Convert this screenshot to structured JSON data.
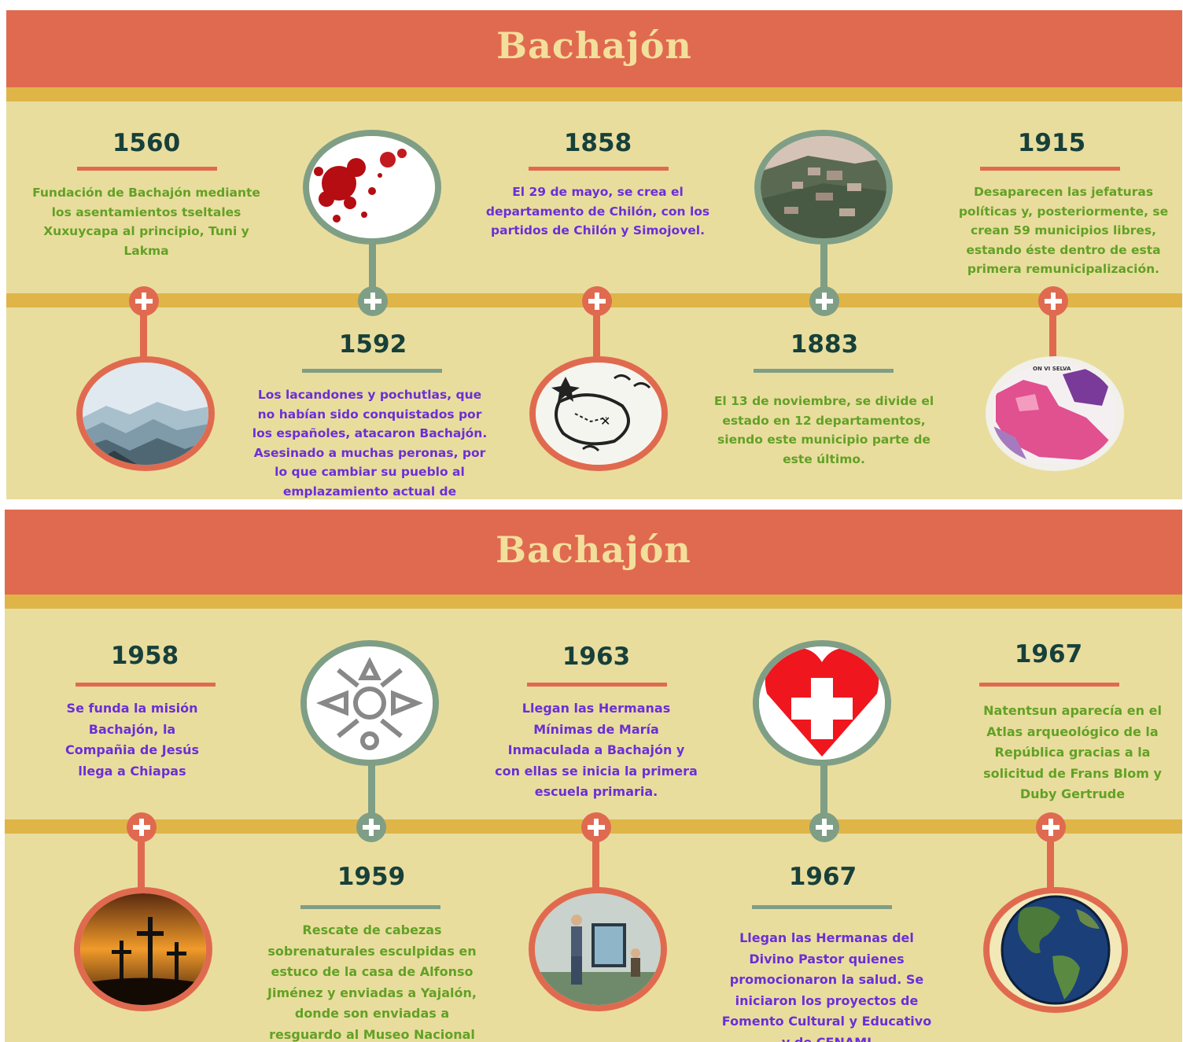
{
  "slides": [
    {
      "title": "Bachajón",
      "events": [
        {
          "year": "1560",
          "text": "Fundación de Bachajón mediante los  asentamientos tseltales  Xuxuycapa al principio, Tuni  y Lakma"
        },
        {
          "year": "1592",
          "text": "Los lacandones y pochutlas, que no habían sido conquistados por los españoles, atacaron Bachajón. Asesinado a muchas peronas, por lo que cambiar su pueblo al emplazamiento actual de"
        },
        {
          "year": "1858",
          "text": "El 29 de mayo, se crea el departamento de Chilón, con los partidos de Chilón y Simojovel."
        },
        {
          "year": "1883",
          "text": "El 13 de noviembre, se divide el estado en 12 departamentos, siendo este municipio parte de este último."
        },
        {
          "year": "1915",
          "text": "Desaparecen las jefaturas políticas y, posteriormente, se crean 59 municipios libres, estando éste dentro de esta primera remunicipalización."
        }
      ],
      "map_label": "ON VI SELVA"
    },
    {
      "title": "Bachajón",
      "events": [
        {
          "year": "1958",
          "text": "Se funda la misión Bachajón,  la Compañia de Jesús llega a Chiapas"
        },
        {
          "year": "1959",
          "text": "Rescate de cabezas sobrenaturales esculpidas en estuco de la casa de Alfonso Jiménez y enviadas a Yajalón, donde son enviadas a resguardo al Museo Nacional"
        },
        {
          "year": "1963",
          "text": "Llegan las Hermanas Mínimas de María Inmaculada a   Bachajón y con ellas se inicia la primera escuela primaria."
        },
        {
          "year": "1967",
          "text": "Llegan las Hermanas del Divino Pastor quienes promocionaron la salud. Se iniciaron los proyectos de Fomento Cultural y Educativo y de CENAMI"
        },
        {
          "year": "1967",
          "text": "Natentsun aparecía en el Atlas arqueológico de la República gracias a la solicitud de Frans Blom y Duby Gertrude"
        }
      ]
    }
  ],
  "colors": {
    "header": "#e06a4f",
    "accent": "#dfb548",
    "background": "#e9dd9e",
    "year": "#17403a",
    "teal": "#7f9e86",
    "green_text": "#62a125",
    "purple_text": "#6b2fd6"
  }
}
